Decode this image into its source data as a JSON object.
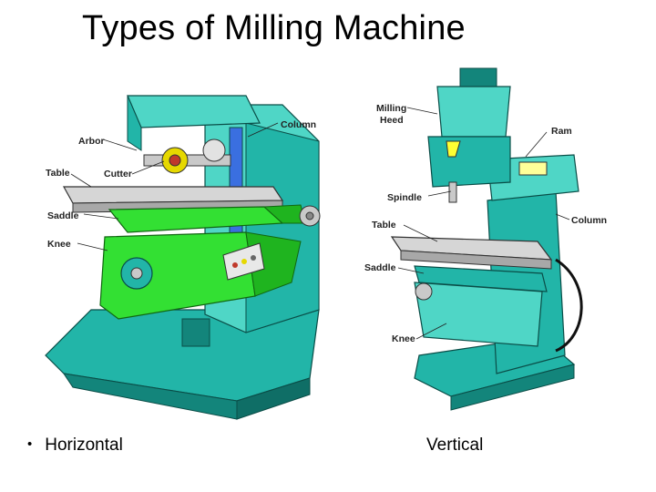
{
  "title": "Types of Milling Machine",
  "colors": {
    "teal": "#22b5a8",
    "teal_light": "#4fd6c6",
    "teal_dark": "#13857b",
    "green": "#33e033",
    "green_dark": "#1fb41f",
    "metal": "#c9c9c9",
    "blue": "#3a6fe0"
  },
  "horizontal": {
    "caption": "Horizontal",
    "labels": {
      "arbor": "Arbor",
      "cutter": "Cutter",
      "column": "Column",
      "table": "Table",
      "saddle": "Saddle",
      "knee": "Knee"
    }
  },
  "vertical": {
    "caption": "Vertical",
    "labels": {
      "milling_1": "Milling",
      "milling_2": "Heed",
      "ram": "Ram",
      "spindle": "Spindle",
      "column": "Column",
      "table": "Table",
      "saddle": "Saddle",
      "knee": "Knee"
    }
  }
}
